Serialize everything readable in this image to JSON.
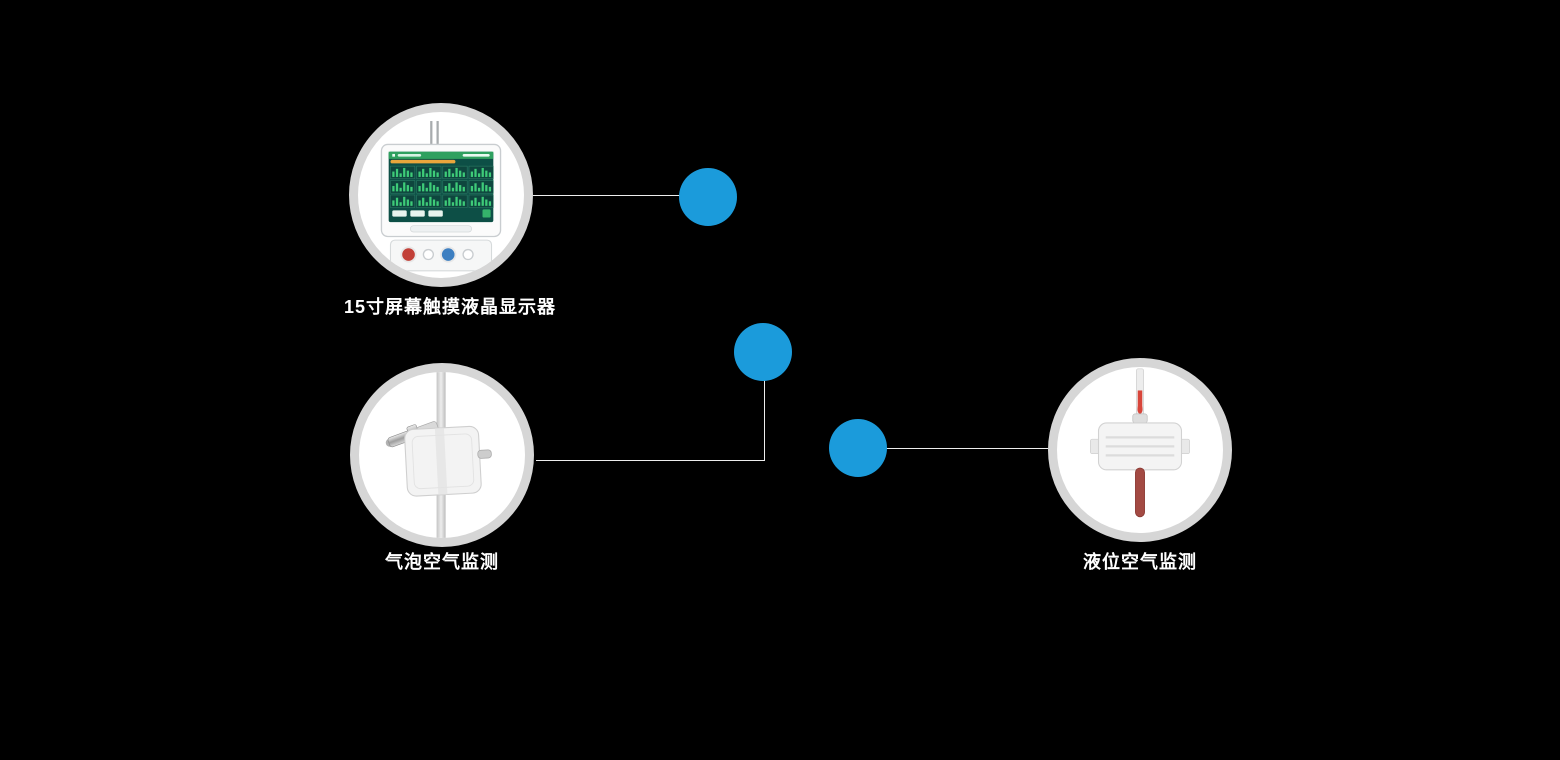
{
  "colors": {
    "background": "#000000",
    "hotspot_blue": "#1b9bdb",
    "ring_gray": "#d6d6d6",
    "circle_fill": "#ffffff",
    "connector_line": "#ededed",
    "label_text": "#ffffff"
  },
  "features": [
    {
      "label": "15寸屏幕触摸液晶显示器",
      "illustration": "touchscreen-monitor"
    },
    {
      "label": "气泡空气监测",
      "illustration": "bubble-air-detector"
    },
    {
      "label": "液位空气监测",
      "illustration": "liquid-level-air-detector"
    }
  ]
}
